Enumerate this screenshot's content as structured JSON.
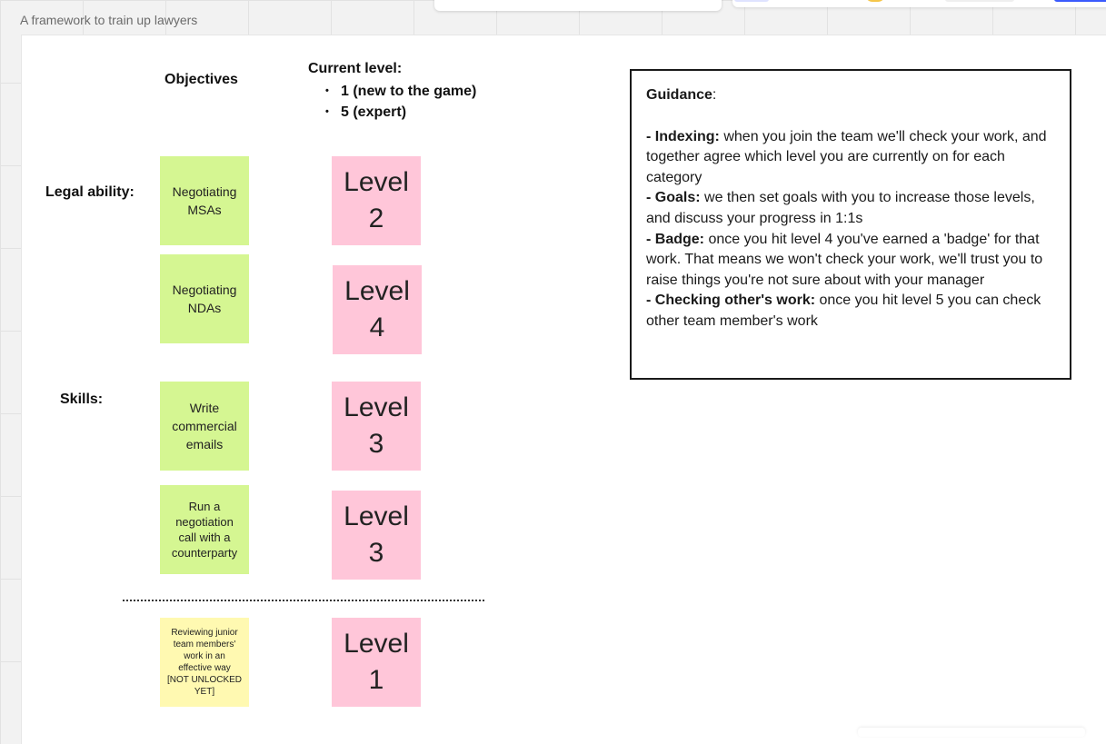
{
  "board": {
    "frame_title": "A framework to train up lawyers"
  },
  "headers": {
    "objectives": "Objectives",
    "current_level_title": "Current level:",
    "level_range": [
      "1 (new to the game)",
      "5 (expert)"
    ]
  },
  "sections": {
    "legal_ability": "Legal ability:",
    "skills": "Skills:"
  },
  "objectives": [
    {
      "text": "Negotiating MSAs",
      "color": "#d5f692"
    },
    {
      "text": "Negotiating NDAs",
      "color": "#d5f692"
    },
    {
      "text": "Write commercial emails",
      "color": "#d5f692"
    },
    {
      "text": "Run a negotiation call with a counterparty",
      "color": "#d5f692"
    },
    {
      "text": "Reviewing junior team members' work in an effective way [NOT UNLOCKED YET]",
      "color": "#fff9b1"
    }
  ],
  "levels": [
    {
      "text": "Level 2",
      "color": "#ffc6d9"
    },
    {
      "text": "Level 4",
      "color": "#ffc6d9"
    },
    {
      "text": "Level 3",
      "color": "#ffc6d9"
    },
    {
      "text": "Level 3",
      "color": "#ffc6d9"
    },
    {
      "text": "Level 1",
      "color": "#ffc6d9"
    }
  ],
  "guidance": {
    "title": "Guidance",
    "title_suffix": ":",
    "items": [
      {
        "label": "-  Indexing:",
        "text": " when you join the team we'll check your work, and together agree which level you are currently on for each category"
      },
      {
        "label": "- Goals:",
        "text": "  we then set goals with you to increase those levels, and discuss your progress in 1:1s"
      },
      {
        "label": "- Badge:",
        "text": " once you hit level 4 you've earned a 'badge' for that work. That means we won't check your work, we'll trust you to raise things you're not sure about with your manager"
      },
      {
        "label": "- Checking other's work:",
        "text": " once you hit level 5 you can check other team member's work"
      }
    ]
  }
}
